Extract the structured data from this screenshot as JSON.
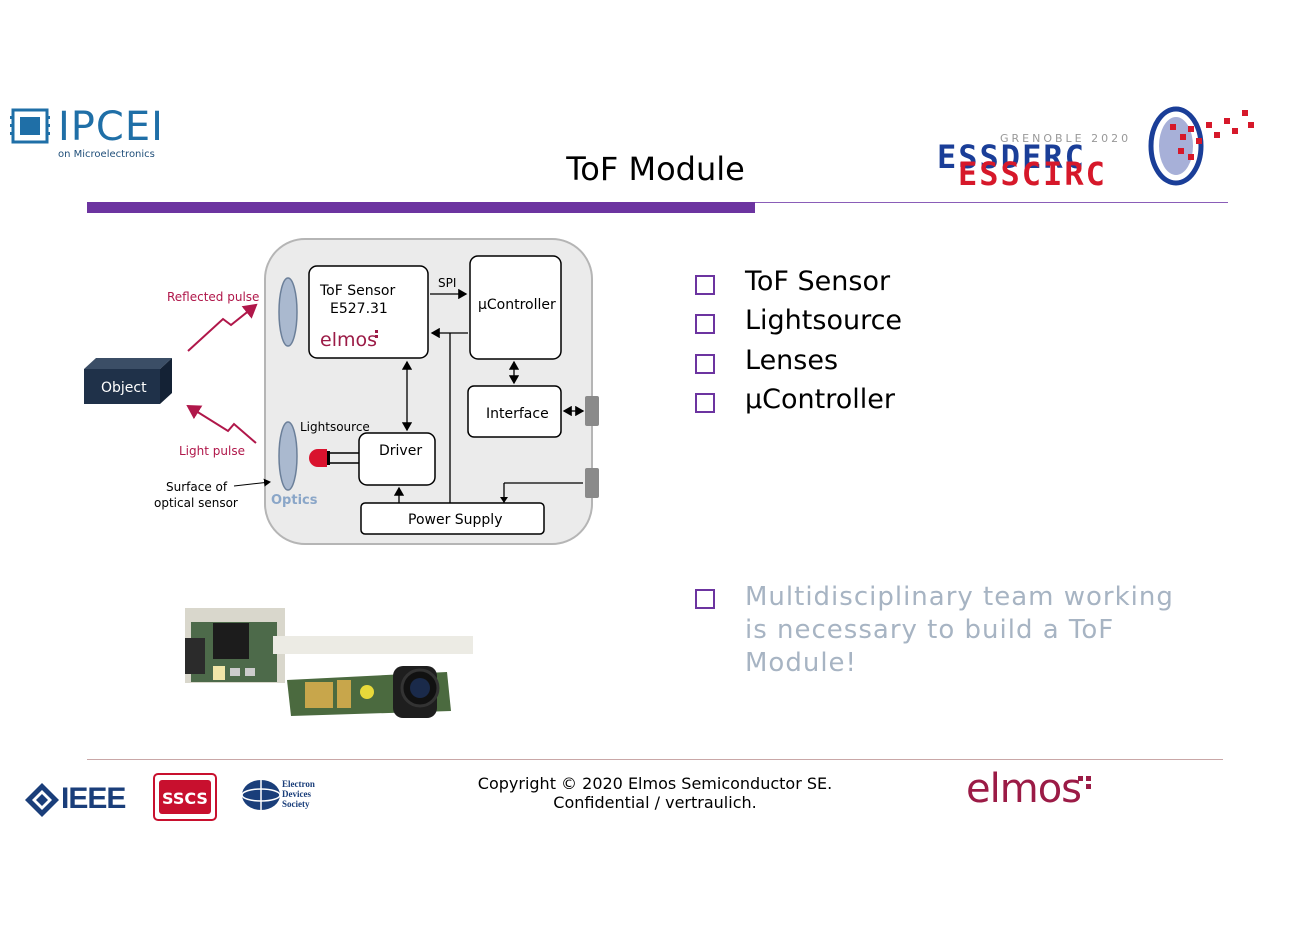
{
  "header": {
    "title": "ToF Module",
    "ipcei_logo": "IPCEI",
    "ipcei_sub": "on Microelectronics",
    "conf_small": "GRENOBLE 2020",
    "conf_line1": "ESSDERC",
    "conf_line2": "ESSCIRC"
  },
  "diagram": {
    "tof_sensor": "ToF Sensor",
    "tof_part": "E527.31",
    "elmos_label": "elmos",
    "spi": "SPI",
    "ucontroller": "µController",
    "interface": "Interface",
    "driver": "Driver",
    "power_supply": "Power Supply",
    "lightsource": "Lightsource",
    "optics": "Optics",
    "object": "Object",
    "reflected_pulse": "Reflected pulse",
    "light_pulse": "Light pulse",
    "surface_line1": "Surface of",
    "surface_line2": "optical sensor"
  },
  "bullets": {
    "items": [
      "ToF Sensor",
      "Lightsource",
      "Lenses",
      "µController"
    ],
    "note": "Multidisciplinary team working is necessary to build a ToF Module!"
  },
  "footer": {
    "ieee": "IEEE",
    "sscs": "SSCS",
    "eds_line1": "Electron",
    "eds_line2": "Devices",
    "eds_line3": "Society",
    "copyright_line1": "Copyright © 2020 Elmos Semiconductor SE.",
    "copyright_line2": "Confidential / vertraulich.",
    "elmos": "elmos"
  },
  "colors": {
    "accent_purple": "#6c34a0",
    "elmos_red": "#9b1b46",
    "pulse_red": "#b0174a",
    "note_gray": "#a7b4c3"
  }
}
